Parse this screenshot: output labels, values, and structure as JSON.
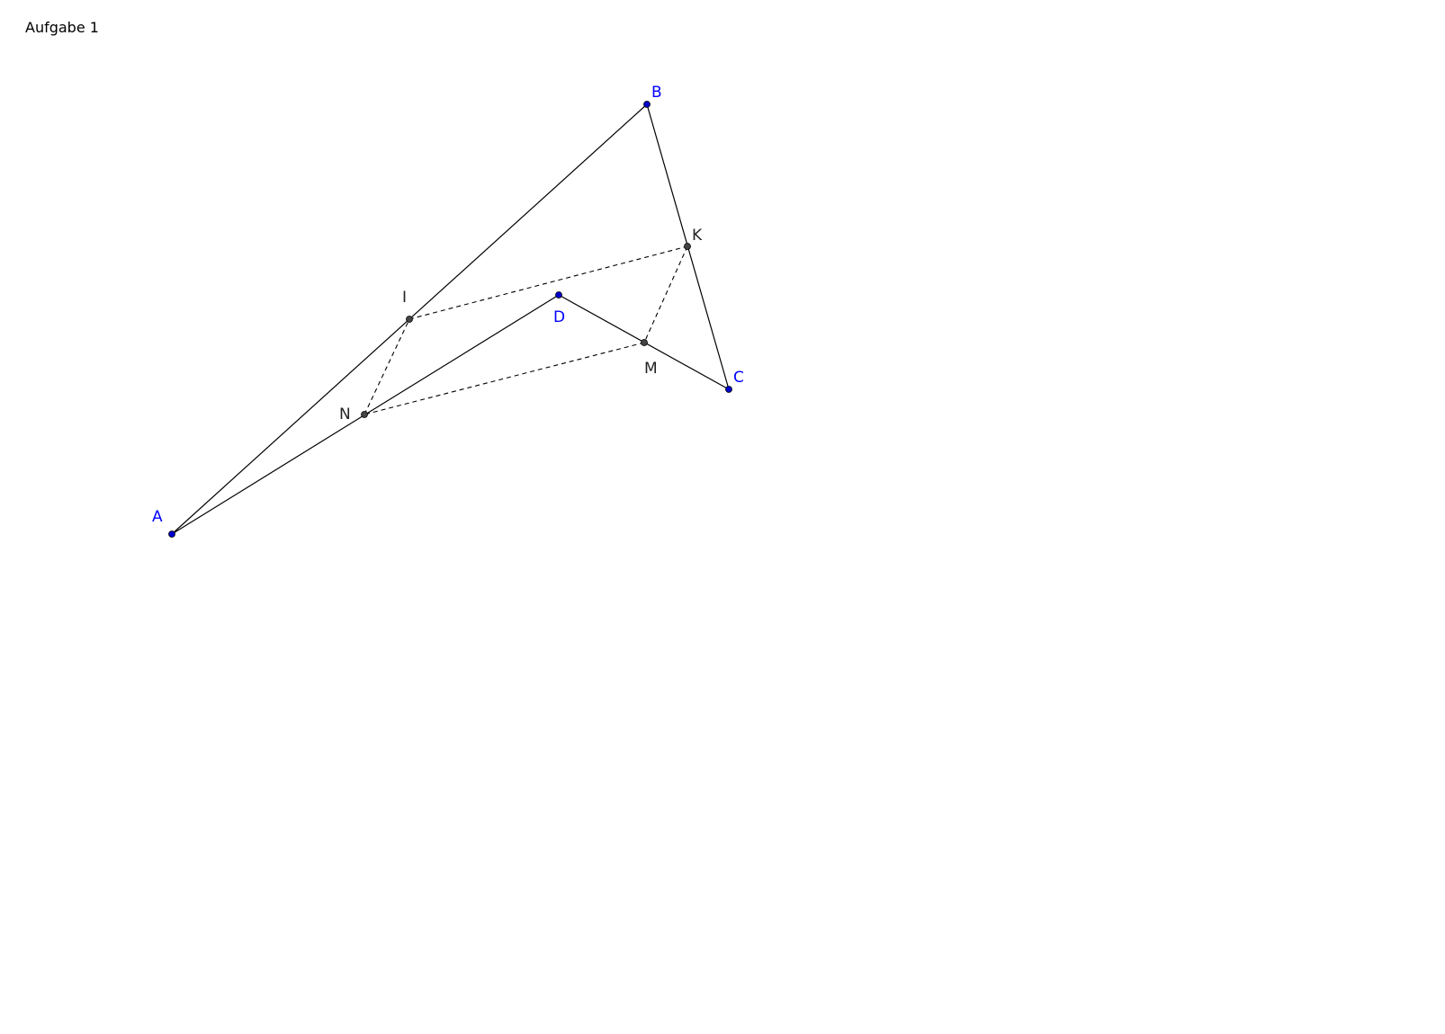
{
  "page_title": "Aufgabe 1",
  "colors": {
    "free_point": "#0000cc",
    "free_label": "#0000ff",
    "derived_point": "#444444",
    "derived_label": "#222222",
    "line": "#000000"
  },
  "points": [
    {
      "label": "A",
      "kind": "free"
    },
    {
      "label": "B",
      "kind": "free"
    },
    {
      "label": "C",
      "kind": "free"
    },
    {
      "label": "D",
      "kind": "free"
    },
    {
      "label": "I",
      "kind": "derived"
    },
    {
      "label": "K",
      "kind": "derived"
    },
    {
      "label": "M",
      "kind": "derived"
    },
    {
      "label": "N",
      "kind": "derived"
    }
  ],
  "segments": [
    {
      "from": "A",
      "to": "B",
      "style": "solid"
    },
    {
      "from": "B",
      "to": "C",
      "style": "solid"
    },
    {
      "from": "C",
      "to": "D",
      "style": "solid"
    },
    {
      "from": "D",
      "to": "A",
      "style": "solid"
    },
    {
      "from": "I",
      "to": "K",
      "style": "dashed"
    },
    {
      "from": "K",
      "to": "M",
      "style": "dashed"
    },
    {
      "from": "M",
      "to": "N",
      "style": "dashed"
    },
    {
      "from": "N",
      "to": "I",
      "style": "dashed"
    }
  ]
}
